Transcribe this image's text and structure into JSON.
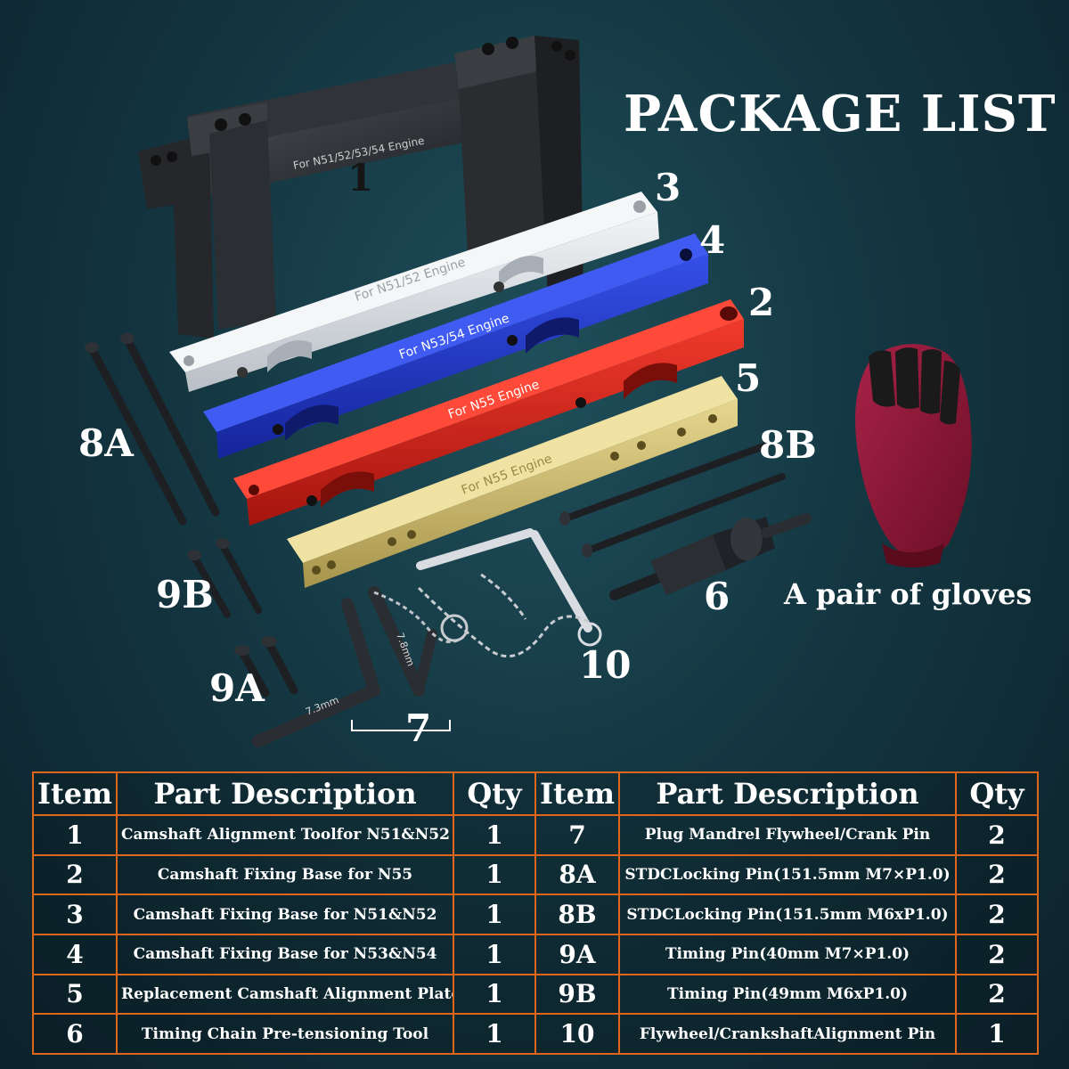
{
  "title": "PACKAGE LIST",
  "callouts": {
    "n1": "1",
    "n2": "2",
    "n3": "3",
    "n4": "4",
    "n5": "5",
    "n6": "6",
    "n7": "7",
    "n8a": "8A",
    "n8b": "8B",
    "n9a": "9A",
    "n9b": "9B",
    "n10": "10"
  },
  "engraving": {
    "frame": "For N51/52/53/54 Engine",
    "silver": "For N51/52 Engine",
    "blue": "For N53/54 Engine",
    "red": "For N55 Engine",
    "gold": "For N55 Engine",
    "pin_a": "7.3mm",
    "pin_b": "7.8mm"
  },
  "gloves_label": "A pair of gloves",
  "colors": {
    "silver": "#d9dde2",
    "blue": "#1f36c9",
    "red": "#d8241e",
    "gold": "#cdb96a",
    "steel": "#2a2d31",
    "glove": "#8c1835",
    "border": "#e0661c"
  },
  "table": {
    "headers": [
      "Item",
      "Part Description",
      "Qty",
      "Item",
      "Part Description",
      "Qty"
    ],
    "left": [
      {
        "item": "1",
        "desc": "Camshaft Alignment Toolfor N51&N52",
        "qty": "1"
      },
      {
        "item": "2",
        "desc": "Camshaft Fixing Base for N55",
        "qty": "1"
      },
      {
        "item": "3",
        "desc": "Camshaft Fixing Base for N51&N52",
        "qty": "1"
      },
      {
        "item": "4",
        "desc": "Camshaft Fixing Base for N53&N54",
        "qty": "1"
      },
      {
        "item": "5",
        "desc": "Replacement Camshaft Alignment Plate",
        "qty": "1"
      },
      {
        "item": "6",
        "desc": "Timing Chain Pre-tensioning Tool",
        "qty": "1"
      }
    ],
    "right": [
      {
        "item": "7",
        "desc": "Plug Mandrel Flywheel/Crank Pin",
        "qty": "2"
      },
      {
        "item": "8A",
        "desc": "STDCLocking Pin(151.5mm M7×P1.0)",
        "qty": "2"
      },
      {
        "item": "8B",
        "desc": "STDCLocking Pin(151.5mm M6xP1.0)",
        "qty": "2"
      },
      {
        "item": "9A",
        "desc": "Timing Pin(40mm M7×P1.0)",
        "qty": "2"
      },
      {
        "item": "9B",
        "desc": "Timing Pin(49mm M6xP1.0)",
        "qty": "2"
      },
      {
        "item": "10",
        "desc": "Flywheel/CrankshaftAlignment Pin",
        "qty": "1"
      }
    ]
  }
}
